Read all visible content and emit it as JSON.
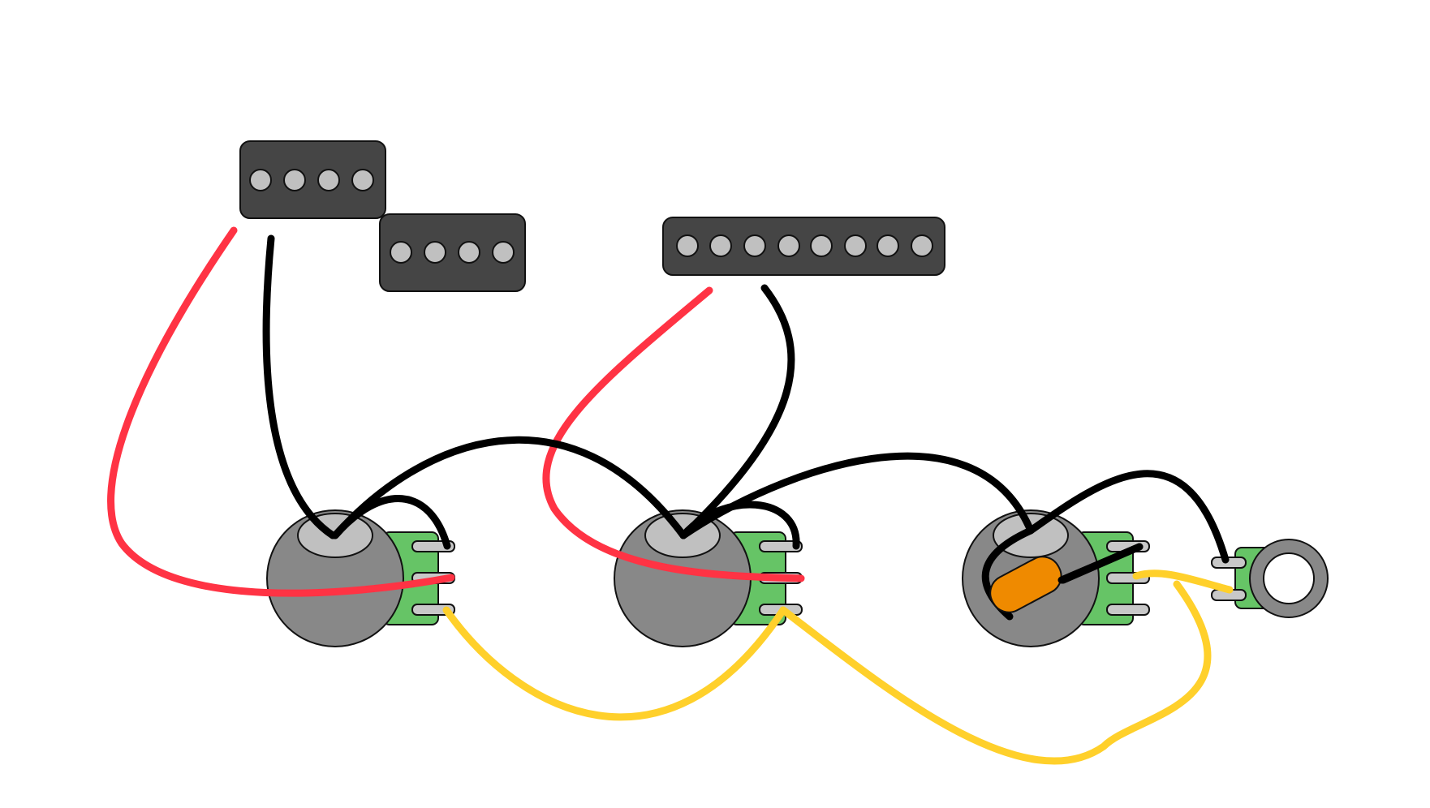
{
  "colors": {
    "background": "#ffffff",
    "pickup_body": "#454545",
    "pole_piece": "#c0c0c0",
    "pot_body": "#888888",
    "pot_top": "#c0c0c0",
    "pot_board": "#66c466",
    "lug": "#c8c8c8",
    "outline": "#111111",
    "wire_hot": "#ff3344",
    "wire_ground": "#000000",
    "wire_signal": "#ffd02b",
    "capacitor": "#ef8a00",
    "jack_ring": "#888888"
  },
  "components": {
    "pickups": [
      {
        "name": "split-coil-upper",
        "pole_count": 4
      },
      {
        "name": "split-coil-lower",
        "pole_count": 4
      },
      {
        "name": "single-coil",
        "pole_count": 8
      }
    ],
    "pots": [
      {
        "name": "pot-1"
      },
      {
        "name": "pot-2"
      },
      {
        "name": "pot-3",
        "has_capacitor": true
      }
    ],
    "jack": {
      "name": "output-jack"
    }
  },
  "wires": [
    {
      "name": "wire-pickup1-hot",
      "color": "wire_hot"
    },
    {
      "name": "wire-pickup1-ground",
      "color": "wire_ground"
    },
    {
      "name": "wire-pickup2-hot",
      "color": "wire_hot"
    },
    {
      "name": "wire-pickup2-ground",
      "color": "wire_ground"
    },
    {
      "name": "wire-ground-pot1-pot2",
      "color": "wire_ground"
    },
    {
      "name": "wire-ground-pot2-pot3",
      "color": "wire_ground"
    },
    {
      "name": "wire-ground-pot3-jack",
      "color": "wire_ground"
    },
    {
      "name": "wire-pot1-lug1-ground",
      "color": "wire_ground"
    },
    {
      "name": "wire-pot2-lug1-ground",
      "color": "wire_ground"
    },
    {
      "name": "wire-signal-pot1-pot2",
      "color": "wire_signal"
    },
    {
      "name": "wire-signal-pot2-pot3",
      "color": "wire_signal"
    },
    {
      "name": "wire-signal-pot3-jack",
      "color": "wire_signal"
    },
    {
      "name": "capacitor-lead-ground",
      "color": "wire_ground"
    },
    {
      "name": "capacitor-lead-lug",
      "color": "wire_ground"
    }
  ]
}
